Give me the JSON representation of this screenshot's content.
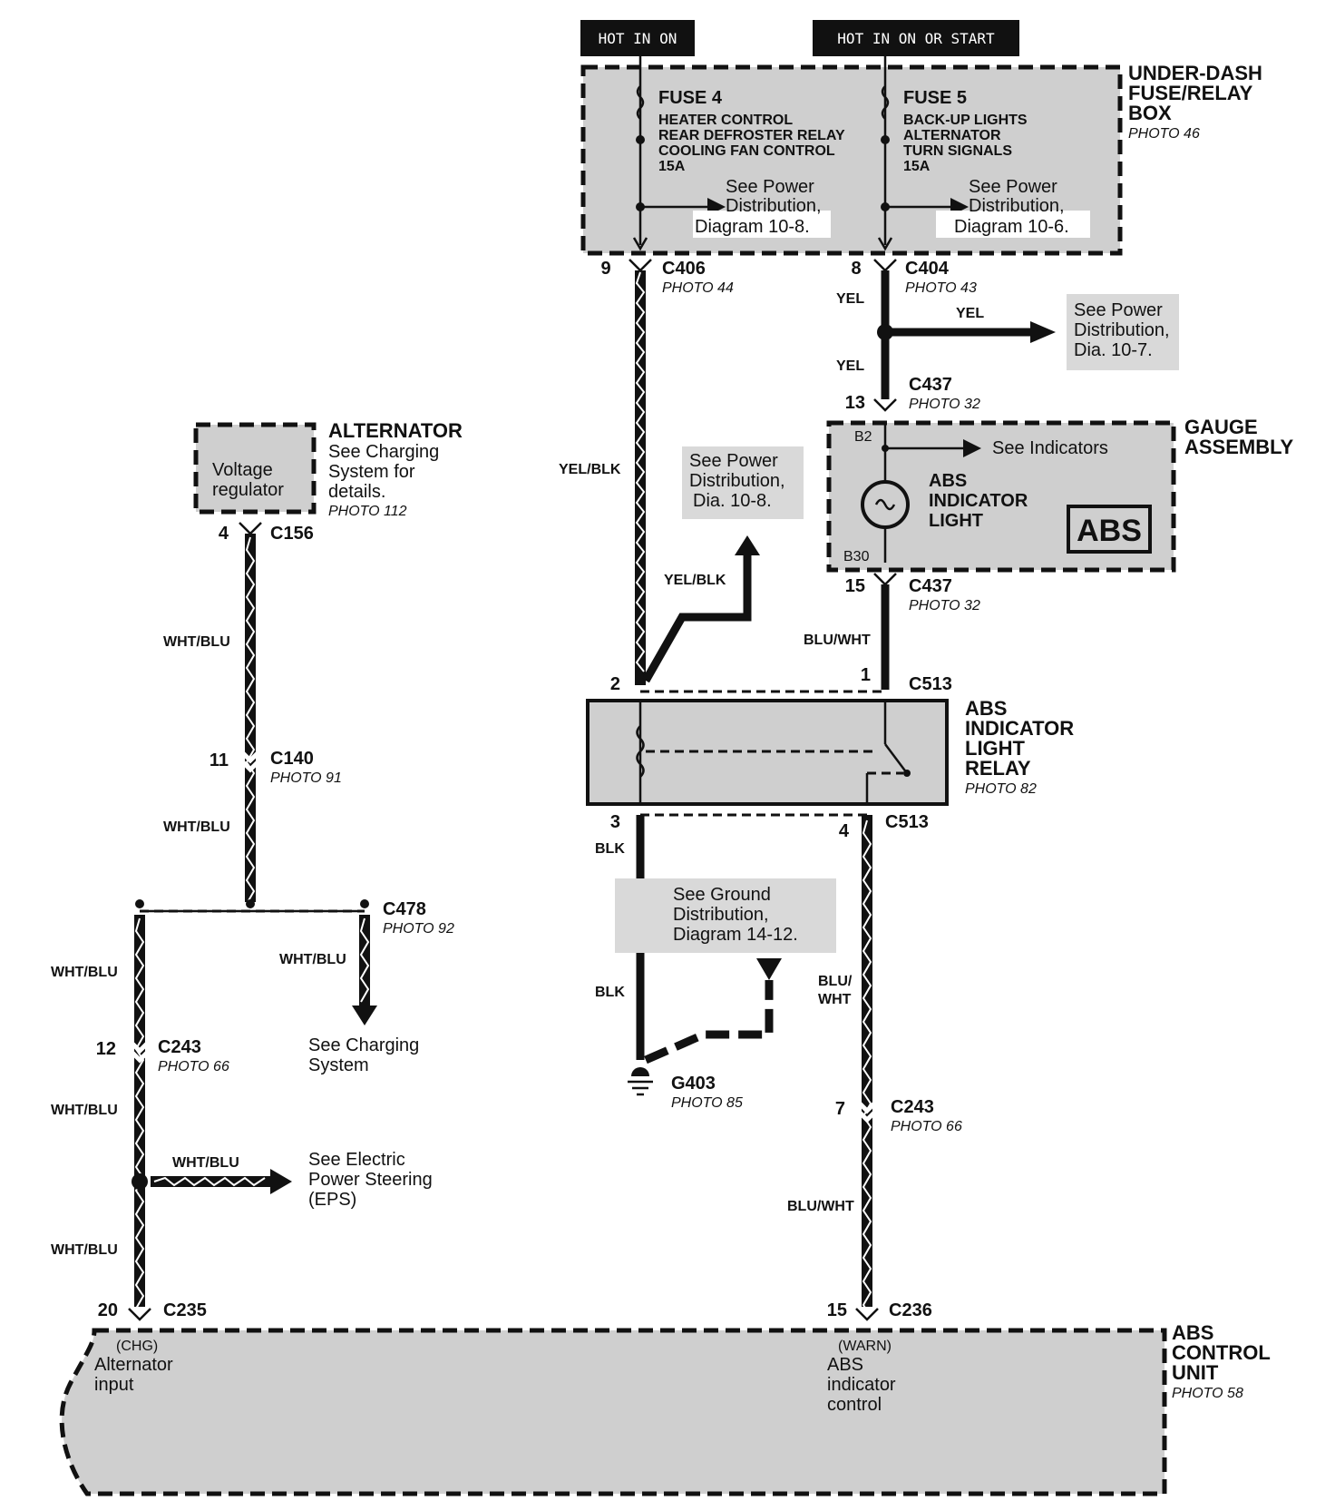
{
  "power": {
    "hot_on": "HOT IN ON",
    "hot_on_start": "HOT IN ON OR START"
  },
  "fuse_box": {
    "title": [
      "UNDER-DASH",
      "FUSE/RELAY",
      "BOX"
    ],
    "photo": "PHOTO 46",
    "fuse4": {
      "name": "FUSE 4",
      "lines": [
        "HEATER CONTROL",
        "REAR DEFROSTER RELAY",
        "COOLING FAN CONTROL",
        "15A"
      ]
    },
    "fuse5": {
      "name": "FUSE 5",
      "lines": [
        "BACK-UP LIGHTS",
        "ALTERNATOR",
        "TURN SIGNALS",
        "15A"
      ]
    },
    "see4": [
      "See Power",
      "Distribution,",
      "Diagram 10-8."
    ],
    "see5": [
      "See Power",
      "Distribution,",
      "Diagram 10-6."
    ]
  },
  "connectors": {
    "c406": {
      "pin": "9",
      "name": "C406",
      "photo": "PHOTO 44"
    },
    "c404": {
      "pin": "8",
      "name": "C404",
      "photo": "PHOTO 43"
    },
    "c437a": {
      "pin": "13",
      "name": "C437",
      "photo": "PHOTO 32"
    },
    "c437b": {
      "pin": "15",
      "name": "C437",
      "photo": "PHOTO 32"
    },
    "c513a": {
      "pin_left": "2",
      "pin_right": "1",
      "name": "C513"
    },
    "c513b": {
      "pin_left": "3",
      "pin_right": "4",
      "name": "C513"
    },
    "c156": {
      "pin": "4",
      "name": "C156"
    },
    "c140": {
      "pin": "11",
      "name": "C140",
      "photo": "PHOTO 91"
    },
    "c478": {
      "name": "C478",
      "photo": "PHOTO 92"
    },
    "c243a": {
      "pin": "12",
      "name": "C243",
      "photo": "PHOTO 66"
    },
    "c243b": {
      "pin": "7",
      "name": "C243",
      "photo": "PHOTO 66"
    },
    "c235": {
      "pin": "20",
      "name": "C235"
    },
    "c236": {
      "pin": "15",
      "name": "C236"
    },
    "g403": {
      "name": "G403",
      "photo": "PHOTO 85"
    }
  },
  "wires": {
    "yel_blk": "YEL/BLK",
    "yel": "YEL",
    "blu_wht": "BLU/WHT",
    "blu_wht_a": "BLU/",
    "blu_wht_b": "WHT",
    "blk": "BLK",
    "wht_blu": "WHT/BLU"
  },
  "notes": {
    "power_10_7": [
      "See Power",
      "Distribution,",
      "Dia. 10-7."
    ],
    "power_10_8": [
      "See Power",
      "Distribution,",
      "Dia. 10-8."
    ],
    "ground": [
      "See Ground",
      "Distribution,",
      "Diagram 14-12."
    ],
    "charging": [
      "See Charging",
      "System"
    ],
    "eps": [
      "See Electric",
      "Power Steering",
      "(EPS)"
    ],
    "indicators": "See Indicators"
  },
  "gauge": {
    "title": [
      "GAUGE",
      "ASSEMBLY"
    ],
    "pin_top": "B2",
    "pin_bottom": "B30",
    "light": [
      "ABS",
      "INDICATOR",
      "LIGHT"
    ],
    "badge": "ABS"
  },
  "relay": {
    "title": [
      "ABS",
      "INDICATOR",
      "LIGHT",
      "RELAY"
    ],
    "photo": "PHOTO 82"
  },
  "alternator": {
    "title": "ALTERNATOR",
    "desc": [
      "See Charging",
      "System for",
      "details."
    ],
    "photo": "PHOTO 112",
    "inner": [
      "Voltage",
      "regulator"
    ]
  },
  "abs_unit": {
    "title": [
      "ABS",
      "CONTROL",
      "UNIT"
    ],
    "photo": "PHOTO 58",
    "left_tag": "(CHG)",
    "left": [
      "Alternator",
      "input"
    ],
    "right_tag": "(WARN)",
    "right": [
      "ABS",
      "indicator",
      "control"
    ]
  }
}
